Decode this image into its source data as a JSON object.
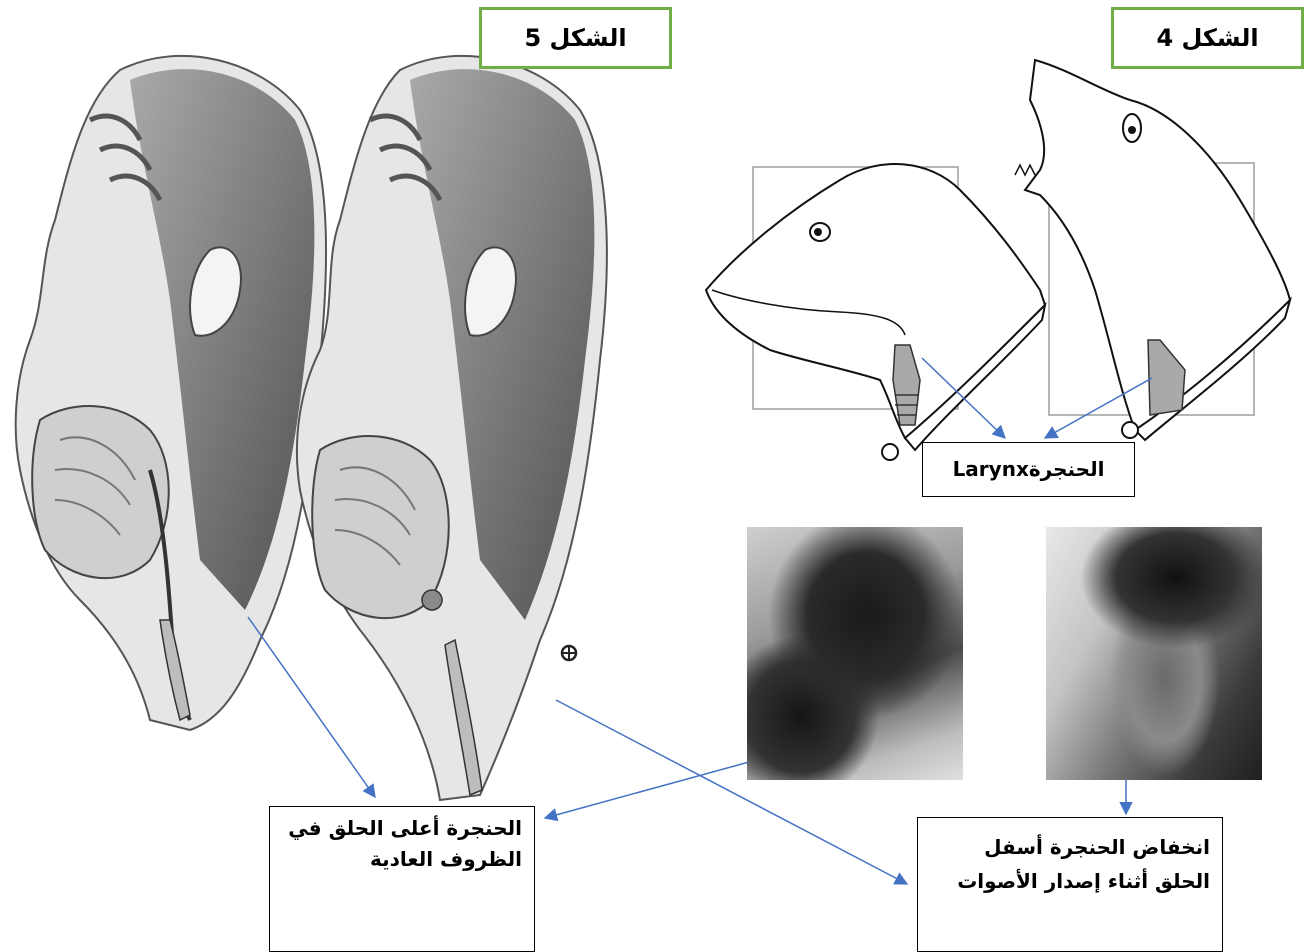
{
  "figure4": {
    "label": "الشكل 4"
  },
  "figure5": {
    "label": "الشكل 5"
  },
  "larynx_label": {
    "english": "Larynx",
    "arabic": "الحنجرة"
  },
  "note_normal": {
    "line1": "الحنجرة أعلى الحلق في",
    "line2": "الظروف العادية"
  },
  "note_lowered": {
    "line1": "انخفاض الحنجرة أسفل",
    "line2": "الحلق أثناء إصدار الأصوات"
  },
  "colors": {
    "arrow": "#4472c4",
    "figure_border": "#70ad47",
    "larynx_fill": "#a9a9a9",
    "drawing_box": "#9e9e9e"
  }
}
